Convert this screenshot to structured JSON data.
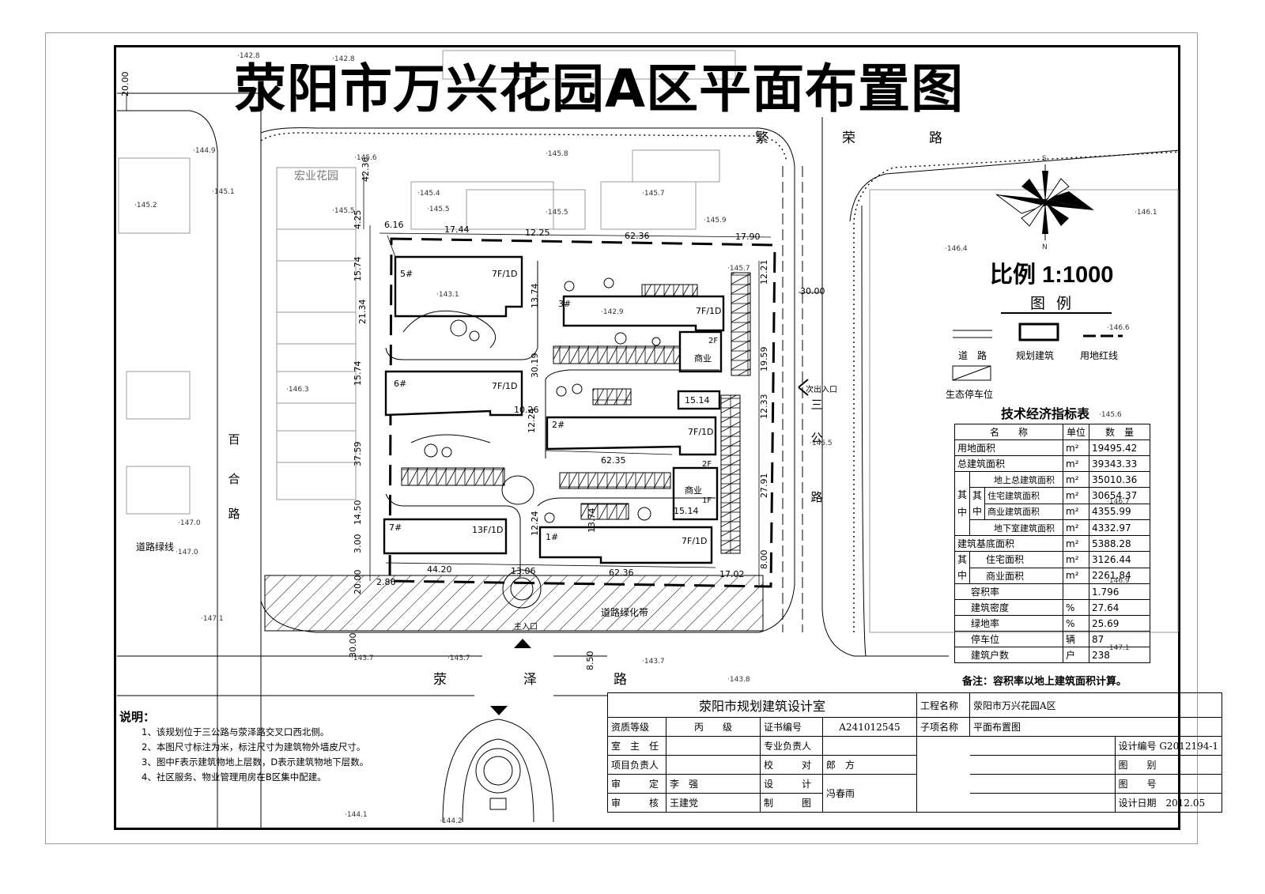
{
  "title": "荥阳市万兴花园A区平面布置图",
  "scale": "比例 1:1000",
  "compass": {
    "north": "N",
    "south": "S"
  },
  "legend": {
    "title": "图例",
    "items": [
      "道　路",
      "规划建筑",
      "用地红线",
      "生态停车位"
    ]
  },
  "roads": {
    "north": "繁　荣　路",
    "east": [
      "三",
      "公",
      "路"
    ],
    "west": [
      "百",
      "合",
      "路"
    ],
    "south": "荥　泽　路",
    "green_line": "道路绿线",
    "green_belt": "道路绿化带",
    "main_entrance": "主入口",
    "side_entrance": "次出入口",
    "neighbor": "宏业花园"
  },
  "buildings": [
    {
      "id": "5#",
      "floors": "7F/1D"
    },
    {
      "id": "6#",
      "floors": "7F/1D"
    },
    {
      "id": "7#",
      "floors": "13F/1D"
    },
    {
      "id": "3#",
      "floors": "7F/1D"
    },
    {
      "id": "2#",
      "floors": "7F/1D"
    },
    {
      "id": "1#",
      "floors": "7F/1D"
    }
  ],
  "commercial": [
    "2F",
    "商业",
    "2F",
    "商业",
    "1F"
  ],
  "dimensions": [
    "20.00",
    "42.36",
    "6.16",
    "17.44",
    "12.25",
    "62.36",
    "17.90",
    "30.00",
    "4.25",
    "15.74",
    "21.34",
    "15.74",
    "37.59",
    "14.50",
    "3.00",
    "20.00",
    "44.20",
    "13.06",
    "62.36",
    "12.24",
    "30.19",
    "13.74",
    "62.35",
    "15.14",
    "15.14",
    "12.33",
    "13.74",
    "12.24",
    "17.02",
    "8.00",
    "30.00",
    "8.50",
    "2.86",
    "10.26",
    "27.91",
    "19.59",
    "12.21"
  ],
  "elevations": [
    "142.8",
    "142.8",
    "144.9",
    "145.6",
    "145.1",
    "145.2",
    "145.5",
    "145.4",
    "145.5",
    "145.7",
    "145.5",
    "145.9",
    "145.8",
    "143.1",
    "142.9",
    "146.3",
    "146.4",
    "146.1",
    "146.6",
    "145.6",
    "146.7",
    "147.0",
    "147.0",
    "147.1",
    "143.7",
    "143.7",
    "143.7",
    "143.8",
    "146.9",
    "147.1",
    "144.1",
    "144.2",
    "145.5",
    "145.7"
  ],
  "indicators": {
    "title": "技术经济指标表",
    "header": [
      "名　　称",
      "单位",
      "数　量"
    ],
    "rows": [
      {
        "name": "用地面积",
        "unit": "m²",
        "value": "19495.42"
      },
      {
        "name": "总建筑面积",
        "unit": "m²",
        "value": "39343.33"
      },
      {
        "name": "地上总建筑面积",
        "unit": "m²",
        "value": "35010.36"
      },
      {
        "name": "住宅建筑面积",
        "unit": "m²",
        "value": "30654.37"
      },
      {
        "name": "商业建筑面积",
        "unit": "m²",
        "value": "4355.99"
      },
      {
        "name": "地下室建筑面积",
        "unit": "m²",
        "value": "4332.97"
      },
      {
        "name": "建筑基底面积",
        "unit": "m²",
        "value": "5388.28"
      },
      {
        "name": "住宅面积",
        "unit": "m²",
        "value": "3126.44"
      },
      {
        "name": "商业面积",
        "unit": "m²",
        "value": "2261.84"
      },
      {
        "name": "容积率",
        "unit": "",
        "value": "1.796"
      },
      {
        "name": "建筑密度",
        "unit": "%",
        "value": "27.64"
      },
      {
        "name": "绿地率",
        "unit": "%",
        "value": "25.69"
      },
      {
        "name": "停车位",
        "unit": "辆",
        "value": "87"
      },
      {
        "name": "建筑户数",
        "unit": "户",
        "value": "238"
      }
    ],
    "group_qi": "其",
    "group_zhong": "中",
    "note": "备注：容积率以地上建筑面积计算。"
  },
  "notes": {
    "heading": "说明：",
    "items": [
      "1、该规划位于三公路与荥泽路交叉口西北侧。",
      "2、本图尺寸标注为米，标注尺寸为建筑物外墙皮尺寸。",
      "3、图中F表示建筑物地上层数，D表示建筑物地下层数。",
      "4、社区服务、物业管理用房在B区集中配建。"
    ]
  },
  "title_block": {
    "office": "荥阳市规划建筑设计室",
    "qual_label": "资质等级",
    "qual_value": "丙　　级",
    "cert_label": "证书编号",
    "cert_value": "A241012545",
    "project_label": "工程名称",
    "project_value": "荥阳市万兴花园A区",
    "sub_label": "子项名称",
    "sub_value": "平面布置图",
    "room_head": "室　主　任",
    "project_lead": "项目负责人",
    "approve": "审　　　定",
    "approver": "李　强",
    "review": "审　　　核",
    "reviewer": "王建党",
    "spec_lead": "专业负责人",
    "check": "校　　　对",
    "checker": "郎　方",
    "design": "设　　　计",
    "drawing": "制　　　图",
    "designer": "冯春雨",
    "design_no_label": "设计编号",
    "design_no": "G2012194-1",
    "type_label": "图　　别",
    "sheet_label": "图　　号",
    "date_label": "设计日期",
    "date": "2012.05"
  }
}
